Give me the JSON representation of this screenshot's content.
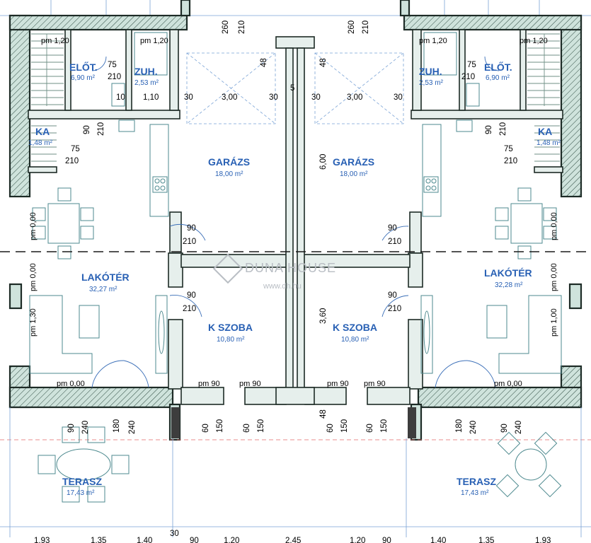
{
  "rooms": {
    "left": {
      "elot": {
        "name": "ELŐT.",
        "area": "6,90 m²"
      },
      "zuh": {
        "name": "ZUH.",
        "area": "2,53 m²"
      },
      "ka": {
        "name": "KA",
        "area": "1,48 m²"
      },
      "garazs": {
        "name": "GARÁZS",
        "area": "18,00 m²"
      },
      "lakoter": {
        "name": "LAKÓTÉR",
        "area": "32,27 m²"
      },
      "kszoba": {
        "name": "K SZOBA",
        "area": "10,80 m²"
      },
      "terasz": {
        "name": "TERASZ",
        "area": "17,43 m²"
      }
    },
    "right": {
      "elot": {
        "name": "ELŐT.",
        "area": "6,90 m²"
      },
      "zuh": {
        "name": "ZUH.",
        "area": "2,53 m²"
      },
      "ka": {
        "name": "KA",
        "area": "1,48 m²"
      },
      "garazs": {
        "name": "GARÁZS",
        "area": "18,00 m²"
      },
      "lakoter": {
        "name": "LAKÓTÉR",
        "area": "32,28 m²"
      },
      "kszoba": {
        "name": "K SZOBA",
        "area": "10,80 m²"
      },
      "terasz": {
        "name": "TERASZ",
        "area": "17,43 m²"
      }
    }
  },
  "levels": {
    "pm120": "pm 1,20",
    "pm000": "pm 0,00",
    "pm130": "pm 1,30",
    "pm100": "pm 1,00",
    "pm90": "pm 90"
  },
  "dims": {
    "d260": "260",
    "d210": "210",
    "d48": "48",
    "d75": "75",
    "d10": "10",
    "d110": "1,10",
    "d30": "30",
    "d300": "3,00",
    "d90": "90",
    "d600": "6,00",
    "d360": "3,60",
    "d180": "180",
    "d240": "240",
    "d60": "60",
    "d150": "150",
    "d5": "5"
  },
  "bottom_dims": [
    "1,93",
    "1,35",
    "1,40",
    "30",
    "90",
    "1,20",
    "2,45",
    "1,20",
    "90",
    "1,40",
    "1,35",
    "1,93"
  ],
  "watermark": {
    "brand": "DUNA HOUSE",
    "url": "www.dh.hu"
  }
}
